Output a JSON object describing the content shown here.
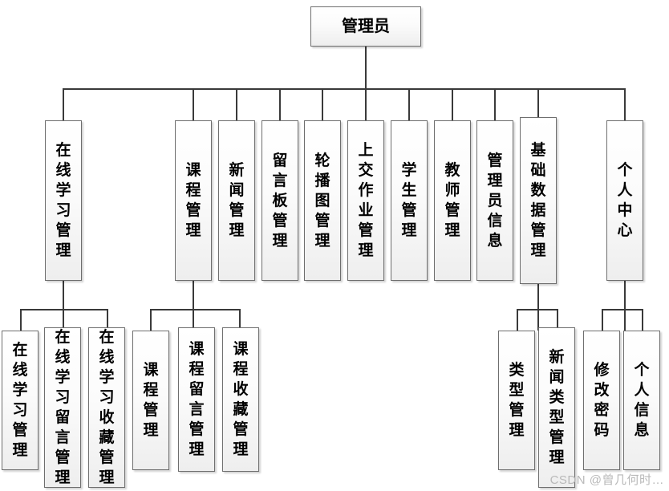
{
  "diagram": {
    "type": "org-chart",
    "title_node": "管理员",
    "watermark": "CSDN @曾几何时…",
    "colors": {
      "node_border": "#6e6e6e",
      "node_fill_top": "#ffffff",
      "node_fill_bottom": "#eeeeee",
      "connector": "#3a3a3a",
      "background": "#ffffff",
      "watermark": "#b9b9b9"
    },
    "root": {
      "label": "管理员"
    },
    "level2": [
      {
        "label": "在线学习管理"
      },
      {
        "label": "课程管理"
      },
      {
        "label": "新闻管理"
      },
      {
        "label": "留言板管理"
      },
      {
        "label": "轮播图管理"
      },
      {
        "label": "上交作业管理"
      },
      {
        "label": "学生管理"
      },
      {
        "label": "教师管理"
      },
      {
        "label": "管理员信息"
      },
      {
        "label": "基础数据管理"
      },
      {
        "label": "个人中心"
      }
    ],
    "level3": {
      "online_study": [
        {
          "label": "在线学习管理"
        },
        {
          "label": "在线学习留言管理"
        },
        {
          "label": "在线学习收藏管理"
        }
      ],
      "course": [
        {
          "label": "课程管理"
        },
        {
          "label": "课程留言管理"
        },
        {
          "label": "课程收藏管理"
        }
      ],
      "basic_data": [
        {
          "label": "类型管理"
        },
        {
          "label": "新闻类型管理"
        }
      ],
      "personal_center": [
        {
          "label": "修改密码"
        },
        {
          "label": "个人信息"
        }
      ]
    }
  }
}
